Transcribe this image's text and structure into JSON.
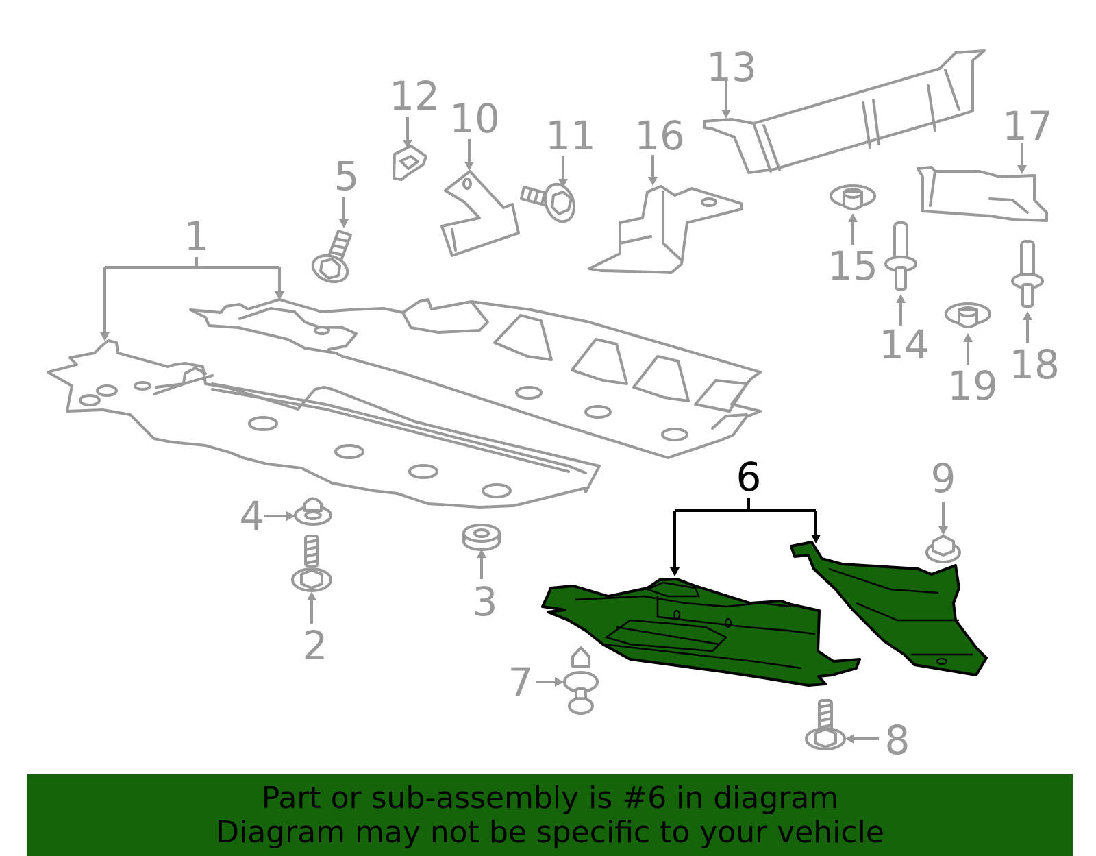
{
  "callouts": [
    "1",
    "2",
    "3",
    "4",
    "5",
    "6",
    "7",
    "8",
    "9",
    "10",
    "11",
    "12",
    "13",
    "14",
    "15",
    "16",
    "17",
    "18",
    "19"
  ],
  "highlighted_part": "6",
  "banner": {
    "line1": "Part or sub-assembly is #6 in diagram",
    "line2": "Diagram may not be specific to your vehicle"
  },
  "colors": {
    "highlight": "#156409",
    "line_grey": "#999999",
    "highlight_outline": "#000000"
  }
}
